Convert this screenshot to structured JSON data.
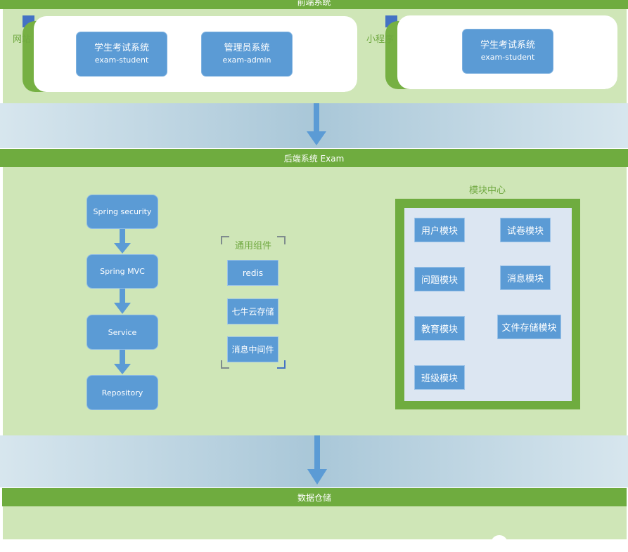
{
  "frontend": {
    "title": "前端系统",
    "website": {
      "label": "网站",
      "apps": [
        {
          "name": "学生考试系统",
          "code": "exam-student"
        },
        {
          "name": "管理员系统",
          "code": "exam-admin"
        }
      ]
    },
    "miniprogram": {
      "label": "小程序",
      "apps": [
        {
          "name": "学生考试系统",
          "code": "exam-student"
        }
      ]
    }
  },
  "backend": {
    "title": "后端系统 Exam",
    "layers": [
      "Spring security",
      "Spring MVC",
      "Service",
      "Repository"
    ],
    "common": {
      "title": "通用组件",
      "items": [
        "redis",
        "七牛云存储",
        "消息中间件"
      ]
    },
    "modules": {
      "title": "模块中心",
      "items": [
        "用户模块",
        "试卷模块",
        "问题模块",
        "消息模块",
        "教育模块",
        "文件存储模块",
        "班级模块"
      ]
    }
  },
  "storage": {
    "title": "数据仓储"
  },
  "colors": {
    "bar": "#6fac3f",
    "panel": "#cfe6b7",
    "box": "#5b9bd5",
    "arrow": "#5b9bd5"
  }
}
